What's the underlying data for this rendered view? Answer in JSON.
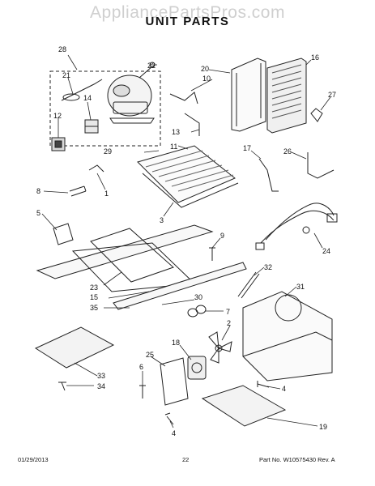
{
  "watermark": "AppliancePartsPros.com",
  "title": "UNIT PARTS",
  "callouts": {
    "c28": "28",
    "c21": "21",
    "c14": "14",
    "c12": "12",
    "c22": "22",
    "c20": "20",
    "c10": "10",
    "c16": "16",
    "c27": "27",
    "c13": "13",
    "c11": "11",
    "c29": "29",
    "c17": "17",
    "c26": "26",
    "c8": "8",
    "c1": "1",
    "c3": "3",
    "c5": "5",
    "c24": "24",
    "c9": "9",
    "c23": "23",
    "c15": "15",
    "c35": "35",
    "c30": "30",
    "c32": "32",
    "c31": "31",
    "c7": "7",
    "c2": "2",
    "c18": "18",
    "c25": "25",
    "c6": "6",
    "c33": "33",
    "c34": "34",
    "c4a": "4",
    "c4b": "4",
    "c19": "19"
  },
  "footer": {
    "date": "01/29/2013",
    "page": "22",
    "part_no": "Part No. W10575430  Rev. A"
  }
}
